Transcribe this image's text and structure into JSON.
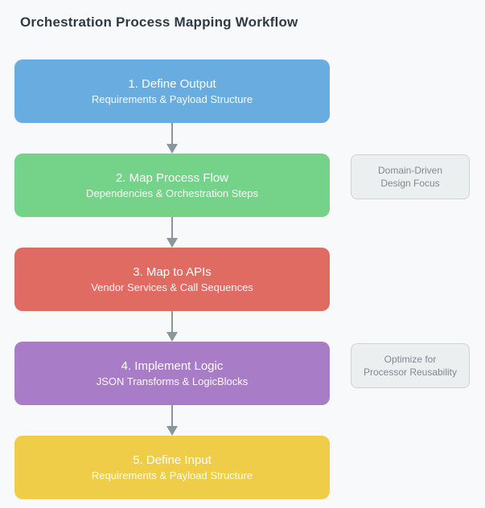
{
  "page": {
    "title": "Orchestration Process Mapping Workflow",
    "background_color": "#F7F9FA",
    "title_color": "#2E3A46"
  },
  "workflow": {
    "arrow_color": "#8B969C",
    "steps": [
      {
        "title": "1. Define Output",
        "subtitle": "Requirements & Payload Structure",
        "color": "#69ACE0"
      },
      {
        "title": "2. Map Process Flow",
        "subtitle": "Dependencies & Orchestration Steps",
        "color": "#74D289"
      },
      {
        "title": "3. Map to APIs",
        "subtitle": "Vendor Services & Call Sequences",
        "color": "#E06B62"
      },
      {
        "title": "4. Implement Logic",
        "subtitle": "JSON Transforms & LogicBlocks",
        "color": "#A87CC6"
      },
      {
        "title": "5. Define Input",
        "subtitle": "Requirements & Payload Structure",
        "color": "#EFCD48"
      }
    ]
  },
  "annotations": [
    {
      "line1": "Domain-Driven",
      "line2": "Design Focus",
      "bg": "#ECEFF0",
      "border": "#CCD2D6",
      "text_color": "#7E8990"
    },
    {
      "line1": "Optimize for",
      "line2": "Processor Reusability",
      "bg": "#ECEFF0",
      "border": "#CCD2D6",
      "text_color": "#7E8990"
    }
  ]
}
